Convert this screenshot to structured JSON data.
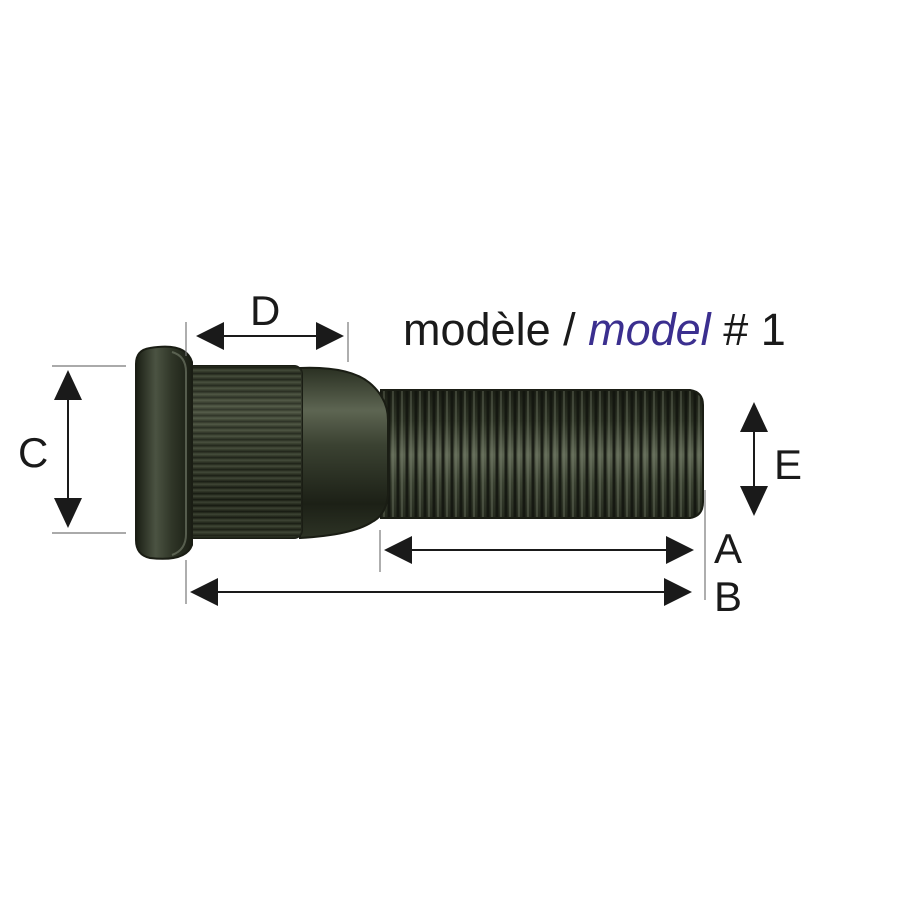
{
  "title": {
    "fr": "modèle",
    "separator": " / ",
    "en": "model",
    "number": " # 1"
  },
  "colors": {
    "text": "#1a1a1a",
    "accent": "#3b2f8f",
    "part_dark": "#1f2418",
    "part_mid": "#3a4030",
    "part_light": "#6b7260"
  },
  "dimensions": {
    "a": "A",
    "b": "B",
    "c": "C",
    "d": "D",
    "e": "E"
  }
}
